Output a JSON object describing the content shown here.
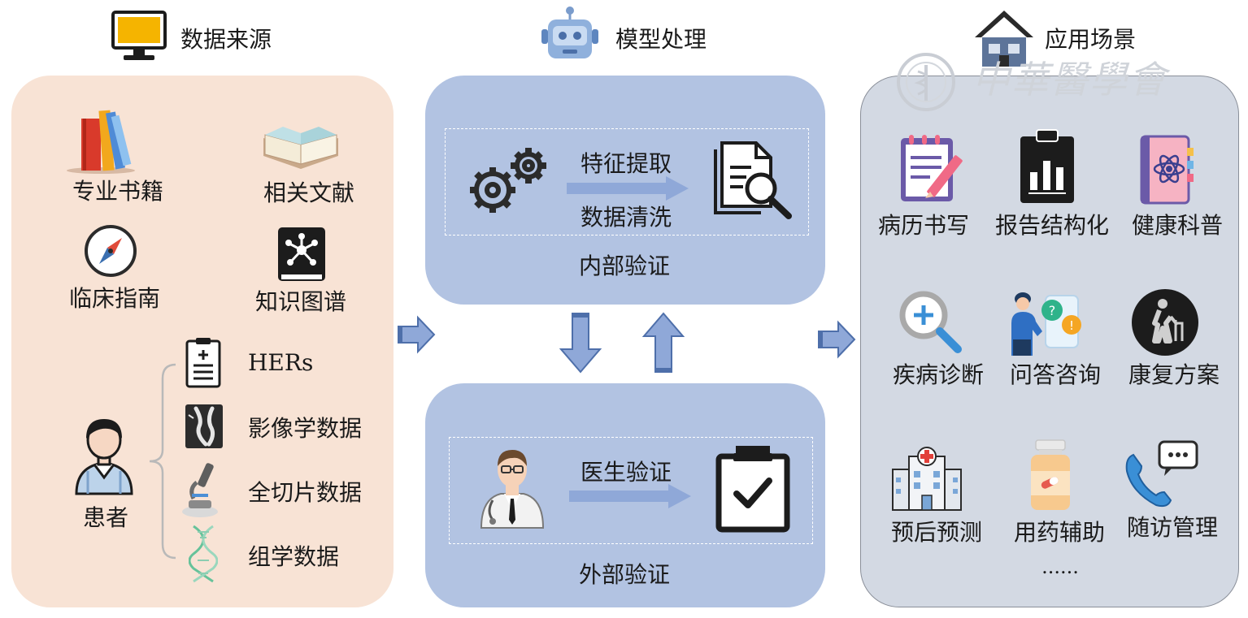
{
  "headers": {
    "sources": "数据来源",
    "model": "模型处理",
    "apps": "应用场景"
  },
  "sources": {
    "books": "专业书籍",
    "literature": "相关文献",
    "guidelines": "临床指南",
    "knowledge_graph": "知识图谱",
    "patient": "患者",
    "patient_data": [
      "HERs",
      "影像学数据",
      "全切片数据",
      "组学数据"
    ]
  },
  "model": {
    "internal": {
      "step_top": "特征提取",
      "step_bottom": "数据清洗",
      "title": "内部验证"
    },
    "external": {
      "step": "医生验证",
      "title": "外部验证"
    }
  },
  "apps": {
    "items": [
      "病历书写",
      "报告结构化",
      "健康科普",
      "疾病诊断",
      "问答咨询",
      "康复方案",
      "预后预测",
      "用药辅助",
      "随访管理"
    ],
    "more": "......"
  },
  "watermark": {
    "text": "中華醫學會"
  },
  "colors": {
    "source_panel": "#f8e3d5",
    "model_panel": "#b2c3e2",
    "app_panel": "#d3d9e3",
    "arrow": "#8fa8d8",
    "icon_dark": "#1c1c1c"
  }
}
